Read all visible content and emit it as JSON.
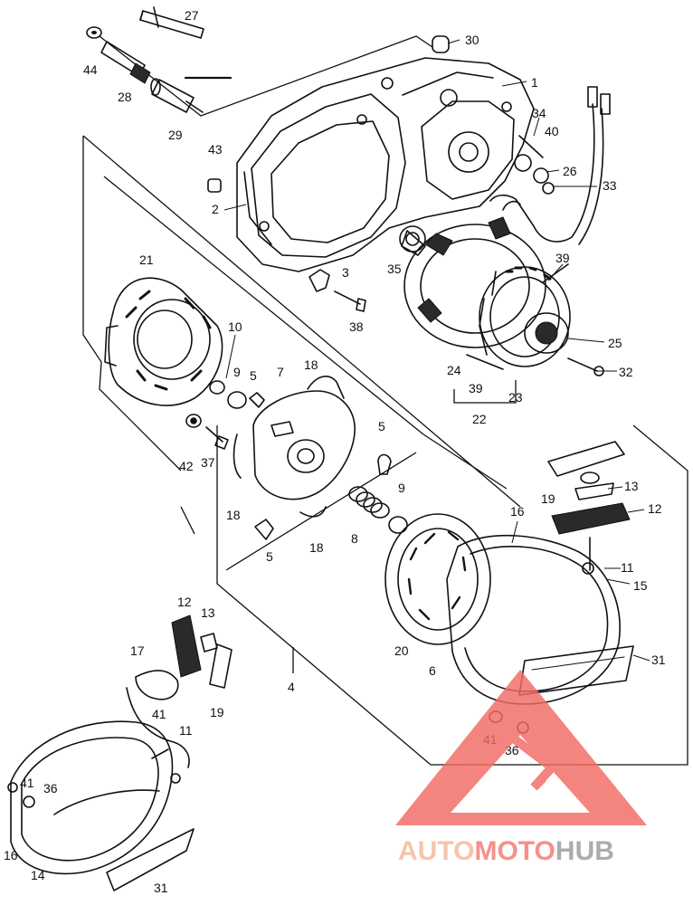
{
  "part_labels": [
    "1",
    "2",
    "3",
    "4",
    "5",
    "5",
    "5",
    "6",
    "7",
    "8",
    "9",
    "9",
    "10",
    "11",
    "11",
    "12",
    "12",
    "13",
    "13",
    "14",
    "15",
    "16",
    "16",
    "17",
    "18",
    "18",
    "18",
    "19",
    "19",
    "20",
    "21",
    "22",
    "23",
    "24",
    "25",
    "26",
    "27",
    "28",
    "29",
    "30",
    "31",
    "31",
    "32",
    "33",
    "34",
    "35",
    "36",
    "36",
    "37",
    "38",
    "39",
    "39",
    "40",
    "41",
    "41",
    "41",
    "42",
    "43",
    "44"
  ],
  "watermark": {
    "part1": "AUTO",
    "part2": "MOTO",
    "part3": "HUB",
    "color1": "#f5b89c",
    "color2": "#f47a70",
    "color3": "#9b9b9b"
  },
  "colors": {
    "ink": "#111111",
    "logo_triangle": "#f26a63"
  }
}
